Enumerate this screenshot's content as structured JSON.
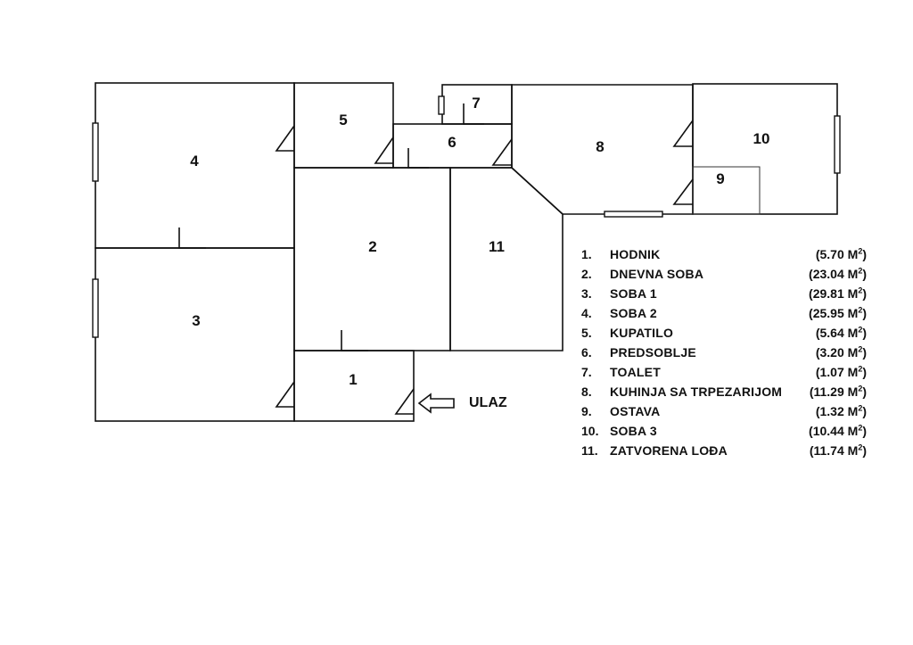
{
  "plan": {
    "entry_label": "ULAZ",
    "room_numbers": {
      "r1": "1",
      "r2": "2",
      "r3": "3",
      "r4": "4",
      "r5": "5",
      "r6": "6",
      "r7": "7",
      "r8": "8",
      "r9": "9",
      "r10": "10",
      "r11": "11"
    }
  },
  "legend": {
    "area_unit": "M",
    "area_unit_exponent": "2",
    "items": [
      {
        "num": "1.",
        "name": "HODNIK",
        "area": "5.70"
      },
      {
        "num": "2.",
        "name": "DNEVNA SOBA",
        "area": "23.04"
      },
      {
        "num": "3.",
        "name": "SOBA 1",
        "area": "29.81"
      },
      {
        "num": "4.",
        "name": "SOBA 2",
        "area": "25.95"
      },
      {
        "num": "5.",
        "name": "KUPATILO",
        "area": "5.64"
      },
      {
        "num": "6.",
        "name": "PREDSOBLJE",
        "area": "3.20"
      },
      {
        "num": "7.",
        "name": "TOALET",
        "area": "1.07"
      },
      {
        "num": "8.",
        "name": "KUHINJA SA TRPEZARIJOM",
        "area": "11.29"
      },
      {
        "num": "9.",
        "name": "OSTAVA",
        "area": "1.32"
      },
      {
        "num": "10.",
        "name": "SOBA 3",
        "area": "10.44"
      },
      {
        "num": "11.",
        "name": "ZATVORENA LOĐA",
        "area": "11.74"
      }
    ]
  }
}
